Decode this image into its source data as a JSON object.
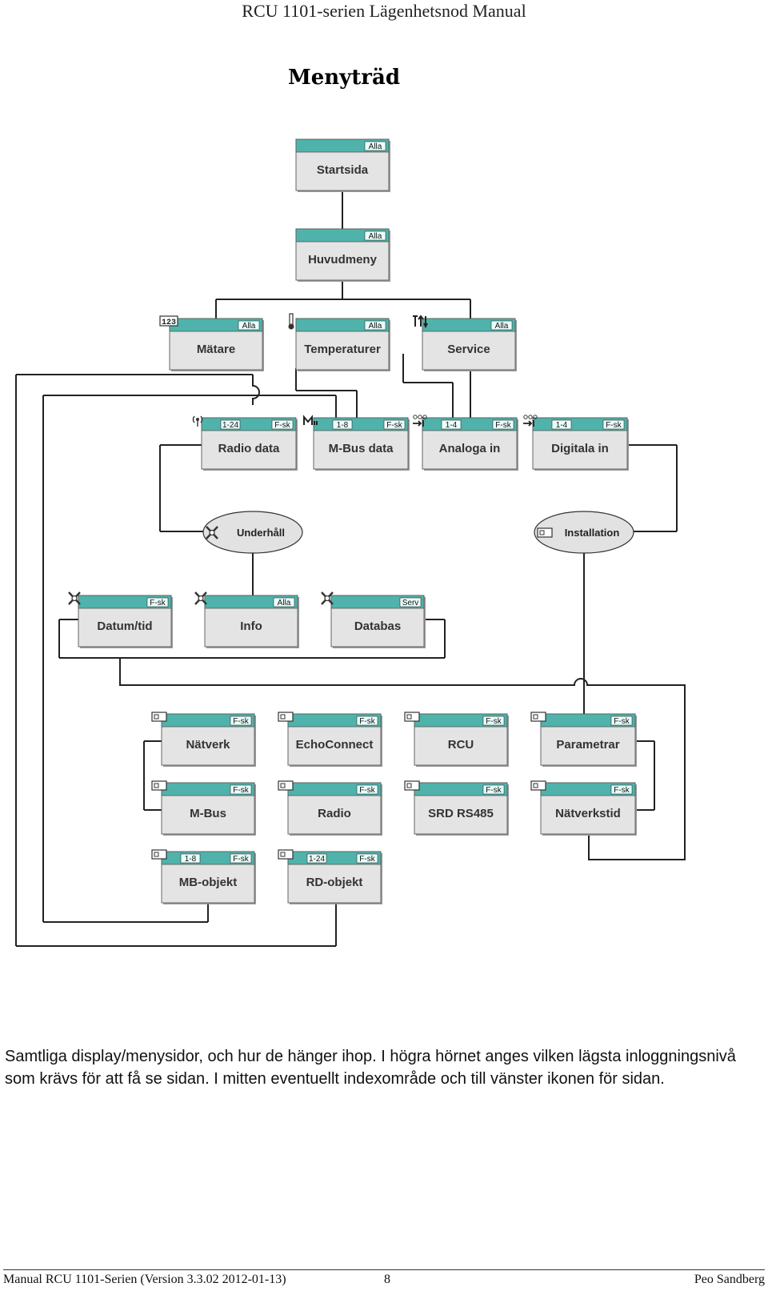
{
  "header": {
    "title": "RCU 1101-serien Lägenhetsnod Manual"
  },
  "section_title": "Menyträd",
  "diagram": {
    "nodes": [
      {
        "id": "startsida",
        "label": "Startsida",
        "level": "Alla",
        "index": "",
        "icon": ""
      },
      {
        "id": "huvudmeny",
        "label": "Huvudmeny",
        "level": "Alla",
        "index": "",
        "icon": ""
      },
      {
        "id": "matare",
        "label": "Mätare",
        "level": "Alla",
        "index": "",
        "icon": "123-icon"
      },
      {
        "id": "temperaturer",
        "label": "Temperaturer",
        "level": "Alla",
        "index": "",
        "icon": "thermometer-icon"
      },
      {
        "id": "service",
        "label": "Service",
        "level": "Alla",
        "index": "",
        "icon": "service-icon"
      },
      {
        "id": "radiodata",
        "label": "Radio data",
        "level": "F-sk",
        "index": "1-24",
        "icon": "radio-icon"
      },
      {
        "id": "mbusdata",
        "label": "M-Bus data",
        "level": "F-sk",
        "index": "1-8",
        "icon": "mbus-icon"
      },
      {
        "id": "analogain",
        "label": "Analoga in",
        "level": "F-sk",
        "index": "1-4",
        "icon": "analog-icon"
      },
      {
        "id": "digitalain",
        "label": "Digitala in",
        "level": "F-sk",
        "index": "1-4",
        "icon": "digital-icon"
      },
      {
        "id": "datumtid",
        "label": "Datum/tid",
        "level": "F-sk",
        "index": "",
        "icon": "tools-icon"
      },
      {
        "id": "info",
        "label": "Info",
        "level": "Alla",
        "index": "",
        "icon": "tools-icon"
      },
      {
        "id": "databas",
        "label": "Databas",
        "level": "Serv",
        "index": "",
        "icon": "tools-icon"
      },
      {
        "id": "natverk",
        "label": "Nätverk",
        "level": "F-sk",
        "index": "",
        "icon": "box-icon"
      },
      {
        "id": "echoconnect",
        "label": "EchoConnect",
        "level": "F-sk",
        "index": "",
        "icon": "box-icon"
      },
      {
        "id": "rcu",
        "label": "RCU",
        "level": "F-sk",
        "index": "",
        "icon": "box-icon"
      },
      {
        "id": "parametrar",
        "label": "Parametrar",
        "level": "F-sk",
        "index": "",
        "icon": "box-icon"
      },
      {
        "id": "mbus",
        "label": "M-Bus",
        "level": "F-sk",
        "index": "",
        "icon": "box-icon"
      },
      {
        "id": "radio",
        "label": "Radio",
        "level": "F-sk",
        "index": "",
        "icon": "box-icon"
      },
      {
        "id": "srdrs485",
        "label": "SRD RS485",
        "level": "F-sk",
        "index": "",
        "icon": "box-icon"
      },
      {
        "id": "natverkstid",
        "label": "Nätverkstid",
        "level": "F-sk",
        "index": "",
        "icon": "box-icon"
      },
      {
        "id": "mbobjekt",
        "label": "MB-objekt",
        "level": "F-sk",
        "index": "1-8",
        "icon": "box-icon"
      },
      {
        "id": "rdobjekt",
        "label": "RD-objekt",
        "level": "F-sk",
        "index": "1-24",
        "icon": "box-icon"
      }
    ],
    "ovals": [
      {
        "id": "underhall",
        "label": "Underhåll",
        "icon": "tools-icon"
      },
      {
        "id": "installation",
        "label": "Installation",
        "icon": "box-icon"
      }
    ],
    "colors": {
      "titlebar": "#4fb3ab",
      "body": "#e4e4e4",
      "oval": "#e2e2e2",
      "line": "#222222"
    }
  },
  "caption": "Samtliga display/menysidor, och hur de hänger ihop. I högra hörnet anges vilken lägsta inloggningsnivå som krävs för att få se sidan. I mitten eventuellt indexområde och till vänster ikonen för sidan.",
  "footer": {
    "left": "Manual RCU 1101-Serien (Version 3.3.02 2012-01-13)",
    "page": "8",
    "author": "Peo Sandberg"
  }
}
